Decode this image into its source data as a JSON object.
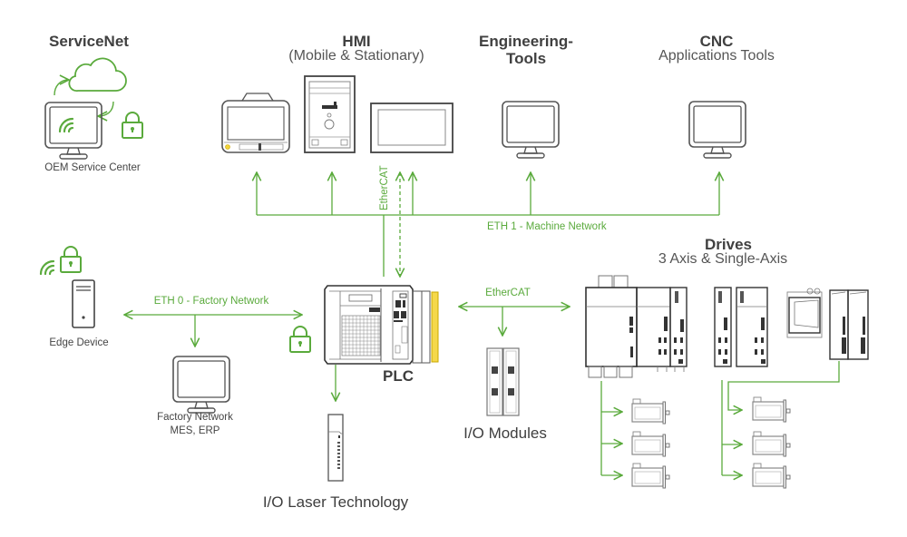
{
  "colors": {
    "network": "#5aaa3c",
    "device_stroke": "#555555",
    "accent_yellow": "#f2d43a",
    "text": "#404040"
  },
  "groups": {
    "servicenet": {
      "title": "ServiceNet",
      "caption": "OEM Service Center"
    },
    "hmi": {
      "title": "HMI",
      "subtitle": "(Mobile & Stationary)"
    },
    "engineering": {
      "title_line1": "Engineering-",
      "title_line2": "Tools"
    },
    "cnc": {
      "title": "CNC",
      "subtitle": "Applications Tools"
    },
    "drives": {
      "title": "Drives",
      "subtitle": "3 Axis & Single-Axis"
    },
    "edge": {
      "caption": "Edge Device"
    },
    "factory": {
      "caption_line1": "Factory Network",
      "caption_line2": "MES, ERP"
    },
    "plc": {
      "title": "PLC"
    },
    "io_modules": {
      "title": "I/O Modules"
    },
    "io_laser": {
      "title": "I/O Laser Technology"
    }
  },
  "networks": {
    "eth0": "ETH 0 - Factory Network",
    "eth1": "ETH 1 - Machine Network",
    "ethercat_vertical": "EtherCAT",
    "ethercat_horizontal": "EtherCAT"
  },
  "icons": [
    "cloud-icon",
    "monitor-icon",
    "wifi-icon",
    "lock-icon",
    "tablet-hmi-icon",
    "panel-hmi-icon",
    "widescreen-hmi-icon",
    "server-tower-icon",
    "plc-icon",
    "io-module-icon",
    "drive-icon",
    "servo-motor-icon"
  ]
}
